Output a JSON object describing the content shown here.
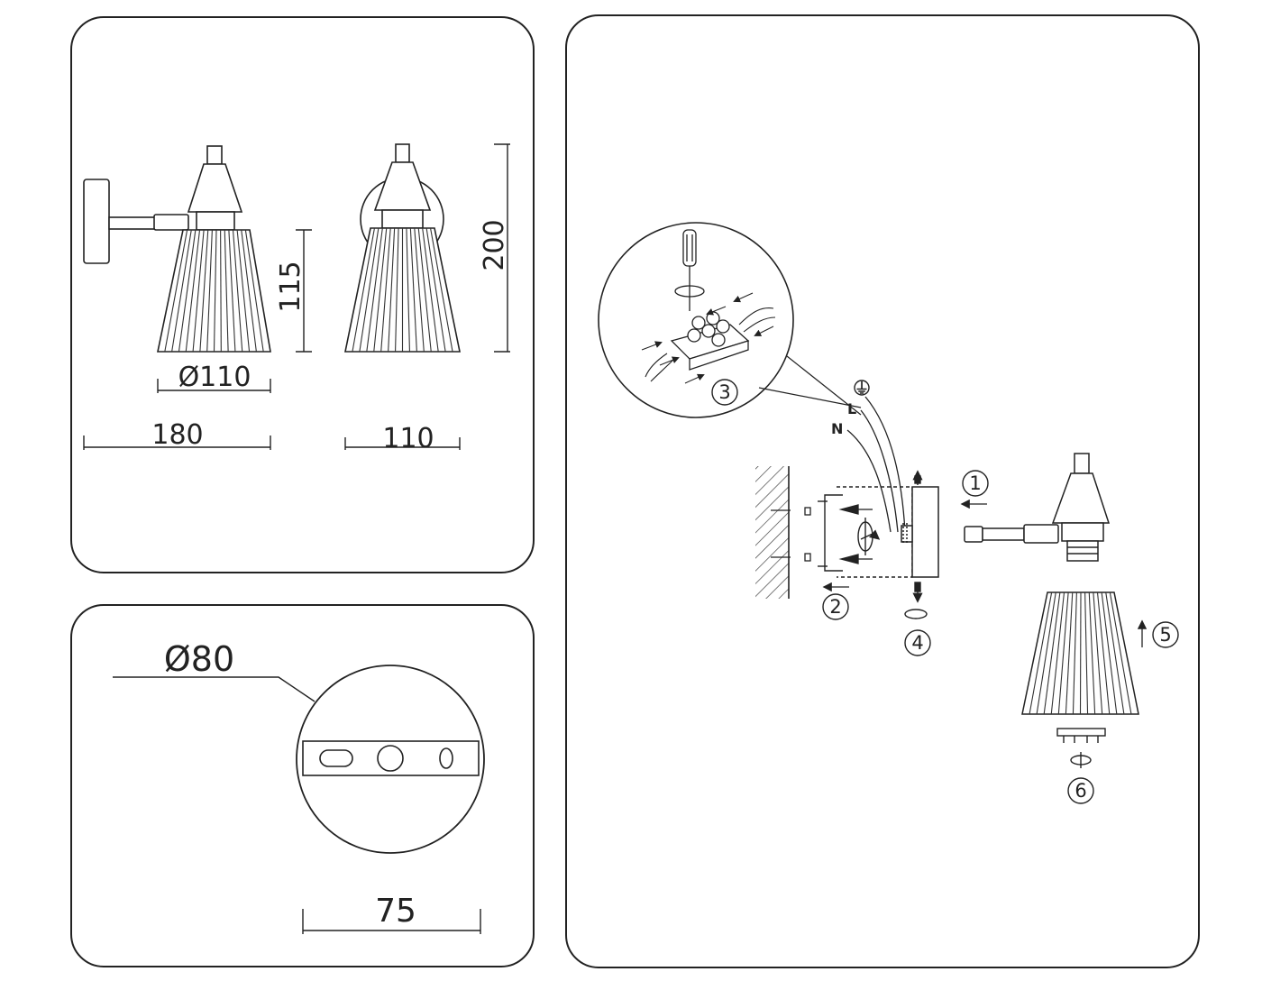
{
  "dimensions": {
    "shade_diameter": "Ø110",
    "height_shade": "115",
    "total_height": "200",
    "projection": "180",
    "width": "110",
    "canopy_diameter": "Ø80",
    "bracket_length": "75"
  },
  "wiring": {
    "ground_symbol": "⏚",
    "live": "L",
    "neutral": "N"
  },
  "steps": [
    "1",
    "2",
    "3",
    "4",
    "5",
    "6"
  ],
  "colors": {
    "line": "#222222",
    "hatch": "#444444",
    "shade_stripe": "#333333"
  }
}
